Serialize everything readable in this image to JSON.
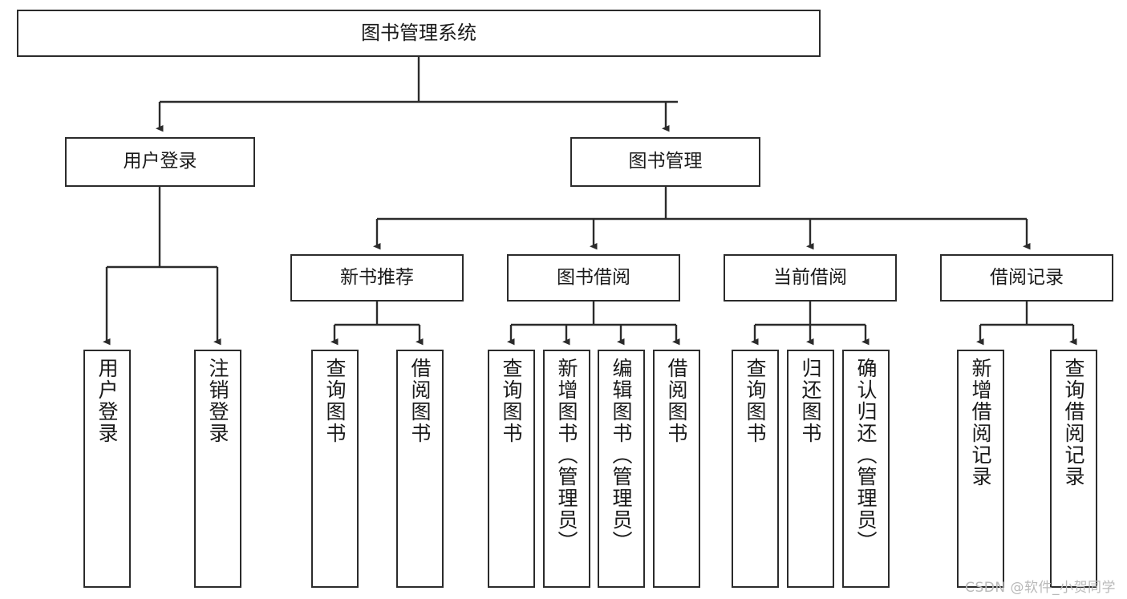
{
  "diagram": {
    "title": "图书管理系统",
    "type": "tree-hierarchy",
    "orientation": "top-down",
    "watermark": "CSDN @软件_小贺同学",
    "colors": {
      "box_border": "#2b2b2b",
      "box_fill": "#ffffff",
      "edge": "#2b2b2b",
      "text": "#1a1a1a",
      "watermark": "#b9b9b9",
      "background": "#ffffff"
    },
    "levels": {
      "root": {
        "label": "图书管理系统"
      },
      "level2": [
        {
          "label": "用户登录"
        },
        {
          "label": "图书管理"
        }
      ],
      "level3": [
        {
          "label": "新书推荐"
        },
        {
          "label": "图书借阅"
        },
        {
          "label": "当前借阅"
        },
        {
          "label": "借阅记录"
        }
      ],
      "leaves": {
        "user_login": [
          {
            "label": "用户登录"
          },
          {
            "label": "注销登录"
          }
        ],
        "new_book_recommend": [
          {
            "label": "查询图书"
          },
          {
            "label": "借阅图书"
          }
        ],
        "book_borrow": [
          {
            "label": "查询图书"
          },
          {
            "label": "新增图书（管理员）"
          },
          {
            "label": "编辑图书（管理员）"
          },
          {
            "label": "借阅图书"
          }
        ],
        "current_borrow": [
          {
            "label": "查询图书"
          },
          {
            "label": "归还图书"
          },
          {
            "label": "确认归还（管理员）"
          }
        ],
        "borrow_record": [
          {
            "label": "新增借阅记录"
          },
          {
            "label": "查询借阅记录"
          }
        ]
      }
    }
  }
}
